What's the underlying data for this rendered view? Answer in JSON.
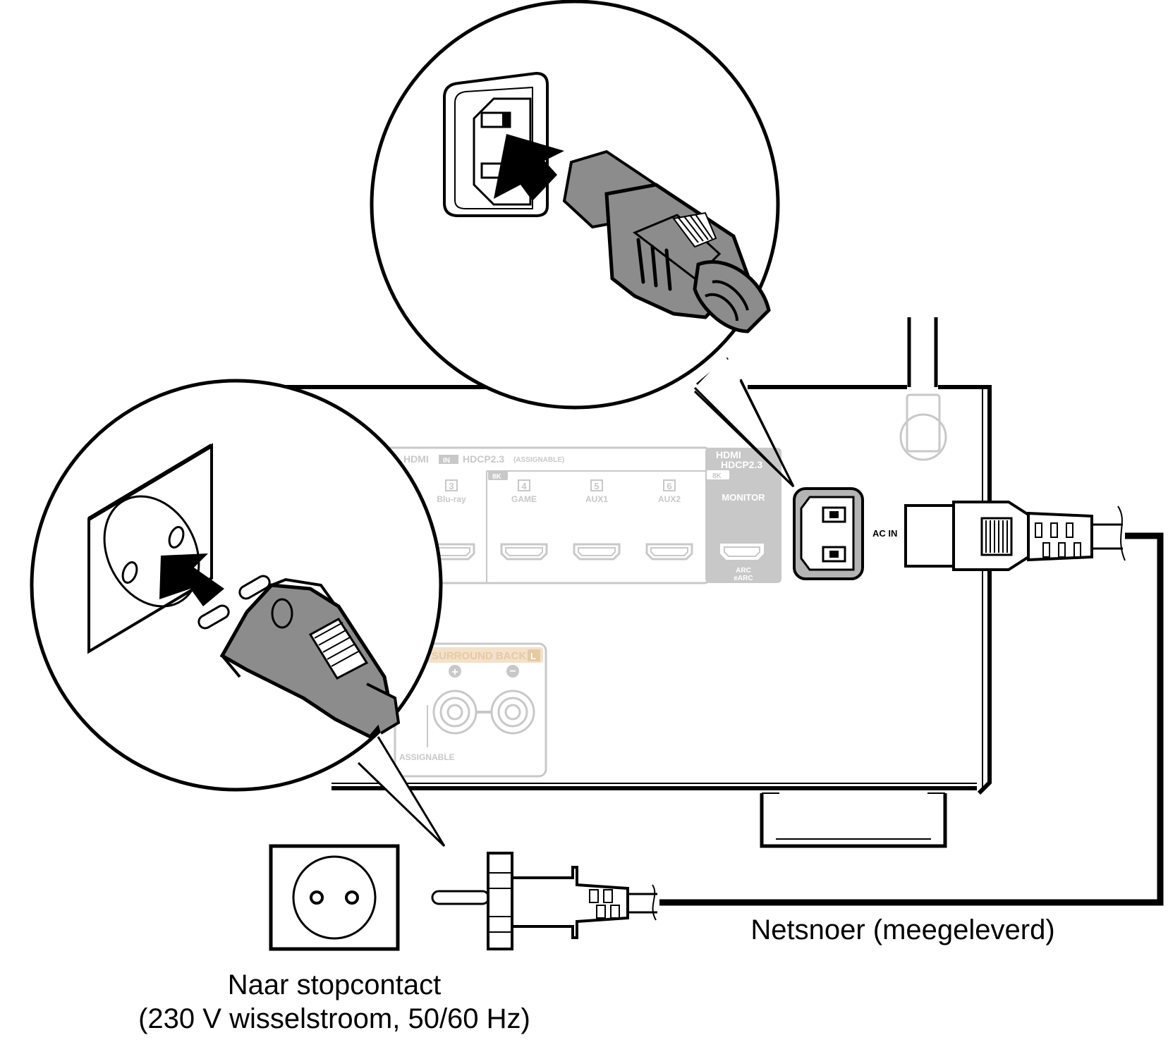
{
  "panel": {
    "hdmi_in_title": "HDMI",
    "in_badge": "IN",
    "hdcp": "HDCP2.3",
    "assignable_paren": "(ASSIGNABLE)",
    "badge_8k": "8K",
    "inputs": [
      {
        "num": "3",
        "name": "Blu-ray"
      },
      {
        "num": "4",
        "name": "GAME"
      },
      {
        "num": "5",
        "name": "AUX1"
      },
      {
        "num": "6",
        "name": "AUX2"
      }
    ],
    "hdmi_out_title": "HDMI",
    "hdmi_out_hdcp": "HDCP2.3",
    "hdmi_out_badge": "8K",
    "monitor": "MONITOR",
    "arc": "ARC",
    "earc": "eARC",
    "ac_in": "AC IN",
    "surround_back": "SURROUND BACK",
    "surround_back_channel": "L",
    "plus": "+",
    "minus": "−",
    "assignable": "ASSIGNABLE"
  },
  "labels": {
    "outlet_line1": "Naar stopcontact",
    "outlet_line2": "(230 V wisselstroom, 50/60 Hz)",
    "cord": "Netsnoer (meegeleverd)"
  },
  "colors": {
    "line": "#000000",
    "faded": "#c8c8c8",
    "plug_gray": "#8c8c8c",
    "port_gray": "#b4b4b4",
    "surround_accent": "#e8c9a0"
  }
}
